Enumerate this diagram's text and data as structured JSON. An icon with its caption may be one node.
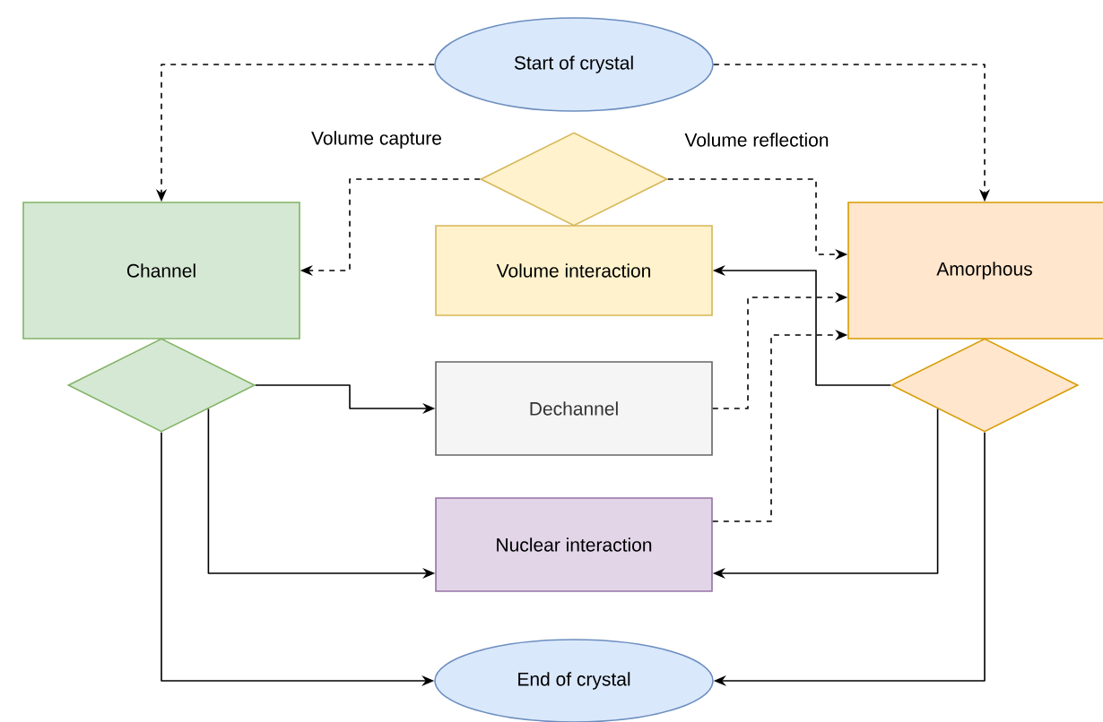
{
  "diagram": {
    "nodes": [
      {
        "text": [
          "Start of crystal"
        ]
      },
      {
        "text": [
          "Channel"
        ]
      },
      {
        "text": [],
        "shape": "diamond"
      },
      {
        "text": [],
        "shape": "diamond"
      },
      {
        "text": [
          "Volume interaction"
        ]
      },
      {
        "text": [
          "Amorphous"
        ]
      },
      {
        "text": [],
        "shape": "diamond"
      },
      {
        "text": [
          "Dechannel"
        ]
      },
      {
        "text": [
          "Nuclear interaction"
        ]
      },
      {
        "text": [
          "End of crystal"
        ]
      }
    ],
    "edges": [
      {
        "from": 0,
        "to": 1,
        "arrow": "to",
        "style": "dashed"
      },
      {
        "from": 0,
        "to": 5,
        "arrow": "to",
        "style": "dashed"
      },
      {
        "from": 3,
        "to": 1,
        "arrow": "to",
        "style": "dashed",
        "label": "Volume capture"
      },
      {
        "from": 3,
        "to": 5,
        "arrow": "to",
        "style": "dashed",
        "label": "Volume reflection"
      },
      {
        "from": 6,
        "to": 4,
        "arrow": "to"
      },
      {
        "from": 7,
        "to": 5,
        "arrow": "to",
        "style": "dashed"
      },
      {
        "from": 8,
        "to": 5,
        "arrow": "to",
        "style": "dashed"
      },
      {
        "from": 2,
        "to": 7,
        "arrow": "to"
      },
      {
        "from": 2,
        "to": 8,
        "arrow": "to"
      },
      {
        "from": 2,
        "to": 9,
        "arrow": "to"
      },
      {
        "from": 6,
        "to": 8,
        "arrow": "to"
      },
      {
        "from": 6,
        "to": 9,
        "arrow": "to"
      }
    ]
  }
}
